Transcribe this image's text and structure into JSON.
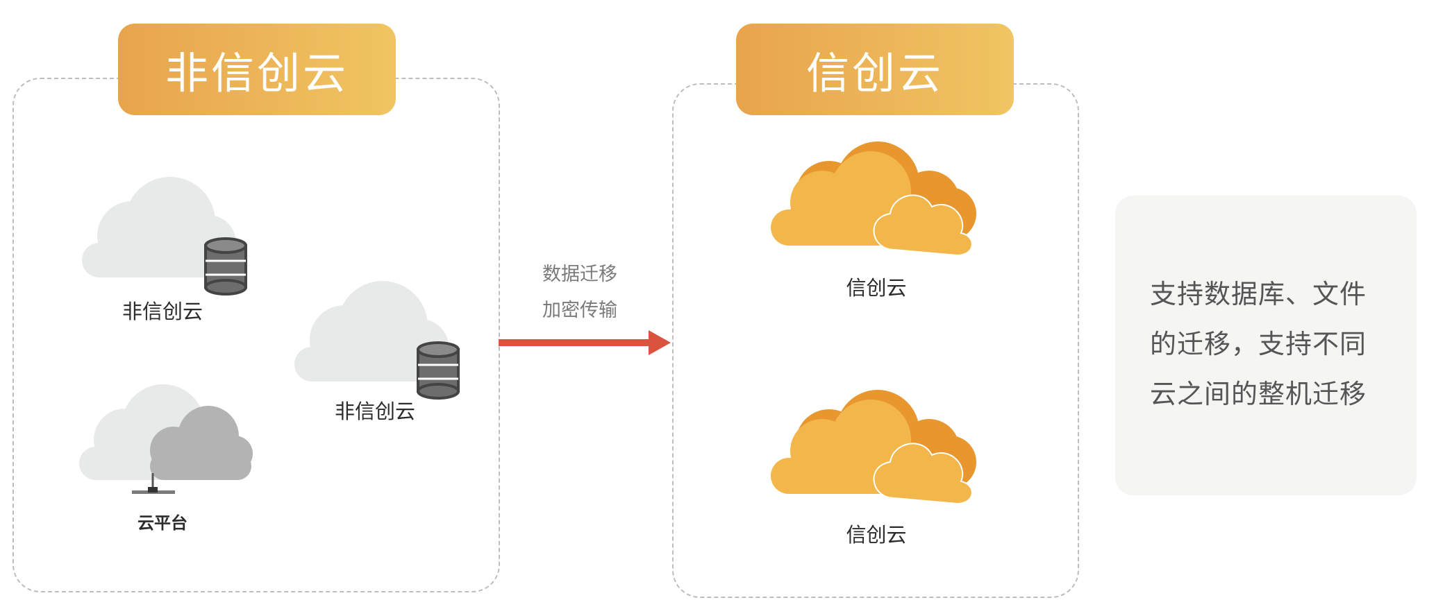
{
  "left_group": {
    "title": "非信创云",
    "items": [
      {
        "label": "非信创云",
        "icon": "cloud-database-icon"
      },
      {
        "label": "非信创云",
        "icon": "cloud-database-icon"
      },
      {
        "label": "云平台",
        "icon": "cloud-platform-icon"
      }
    ]
  },
  "right_group": {
    "title": "信创云",
    "items": [
      {
        "label": "信创云",
        "icon": "cloud-icon"
      },
      {
        "label": "信创云",
        "icon": "cloud-icon"
      }
    ]
  },
  "arrow": {
    "line1": "数据迁移",
    "line2": "加密传输",
    "color": "#d9533f"
  },
  "note": {
    "lines": [
      "支持数据库、文件",
      "的迁移，支持不同",
      "云之间的整机迁移"
    ]
  },
  "colors": {
    "badge_gradient_start": "#e8a44c",
    "badge_gradient_end": "#f0c562",
    "cloud_orange": "#f2b64a",
    "cloud_gray": "#e8e9e9"
  }
}
